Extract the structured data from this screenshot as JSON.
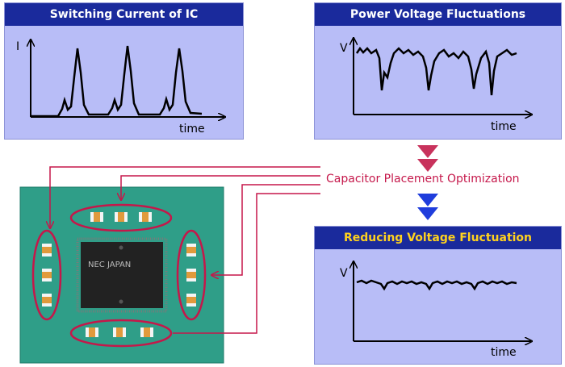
{
  "panels": {
    "switching_current": {
      "title": "Switching Current of IC",
      "y_label": "I",
      "x_label": "time"
    },
    "power_voltage": {
      "title": "Power Voltage Fluctuations",
      "y_label": "V",
      "x_label": "time"
    },
    "reducing_voltage": {
      "title": "Reducing Voltage Fluctuation",
      "y_label": "V",
      "x_label": "time"
    }
  },
  "optimization_label": "Capacitor Placement Optimization",
  "chip_label": "NEC JAPAN",
  "colors": {
    "panel_bg": "#b8bdf7",
    "title_bar": "#1a2a9c",
    "title_text": "#ffffff",
    "highlight_title": "#ffd21e",
    "accent_red": "#c5174a",
    "arrow_red": "#c8325c",
    "arrow_blue": "#1f3ddc",
    "board": "#2f9e88",
    "chip": "#222222",
    "capacitor": "#e09a3c"
  }
}
